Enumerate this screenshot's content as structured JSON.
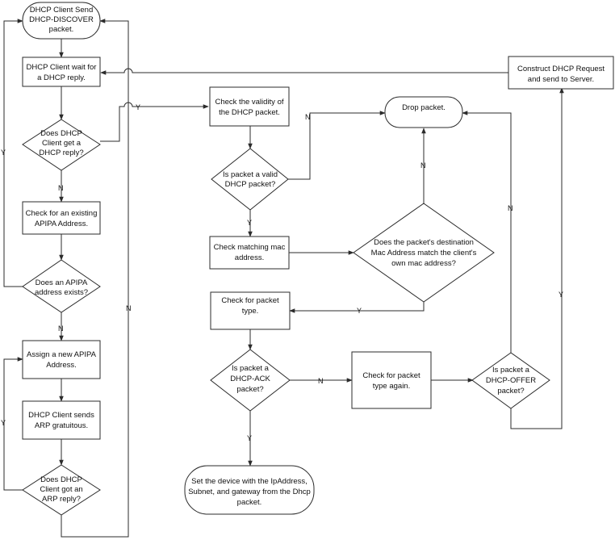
{
  "nodes": {
    "start": [
      "DHCP Client Send",
      "DHCP-DISCOVER",
      "packet."
    ],
    "wait": [
      "DHCP Client wait for",
      "a DHCP reply."
    ],
    "got_reply": [
      "Does DHCP",
      "Client get a",
      "DHCP reply?"
    ],
    "check_apipa": [
      "Check for an existing",
      "APIPA Address."
    ],
    "apipa_exists": [
      "Does an APIPA",
      "address exists?"
    ],
    "assign_apipa": [
      "Assign a new APIPA",
      "Address."
    ],
    "send_arp": [
      "DHCP Client sends",
      "ARP gratuitous."
    ],
    "got_arp": [
      "Does DHCP",
      "Client got an",
      "ARP reply?"
    ],
    "validity": [
      "Check the validity of",
      "the DHCP packet."
    ],
    "valid_packet": [
      "Is packet a valid",
      "DHCP packet?"
    ],
    "check_mac": [
      "Check matching mac",
      "address."
    ],
    "mac_match": [
      "Does the packet's destination",
      "Mac Address match the client's",
      "own mac address?"
    ],
    "check_type": [
      "Check for packet",
      "type."
    ],
    "is_ack": [
      "Is packet a",
      "DHCP-ACK",
      "packet?"
    ],
    "set_device": [
      "Set the device with the IpAddress,",
      "Subnet, and gateway from the Dhcp",
      "packet."
    ],
    "check_type_again": [
      "Check for packet",
      "type again."
    ],
    "is_offer": [
      "Is packet a",
      "DHCP-OFFER",
      "packet?"
    ],
    "drop": [
      "Drop packet."
    ],
    "construct": [
      "Construct DHCP Request",
      "and send to Server."
    ]
  },
  "edge_labels": {
    "got_reply_yes": "Y",
    "got_reply_no": "N",
    "apipa_yes": "Y",
    "apipa_no": "N",
    "arp_yes": "Y",
    "arp_no": "N",
    "valid_no": "N",
    "valid_yes": "Y",
    "mac_no": "N",
    "mac_yes": "Y",
    "ack_yes": "Y",
    "ack_no": "N",
    "offer_no": "N",
    "offer_yes": "Y"
  }
}
